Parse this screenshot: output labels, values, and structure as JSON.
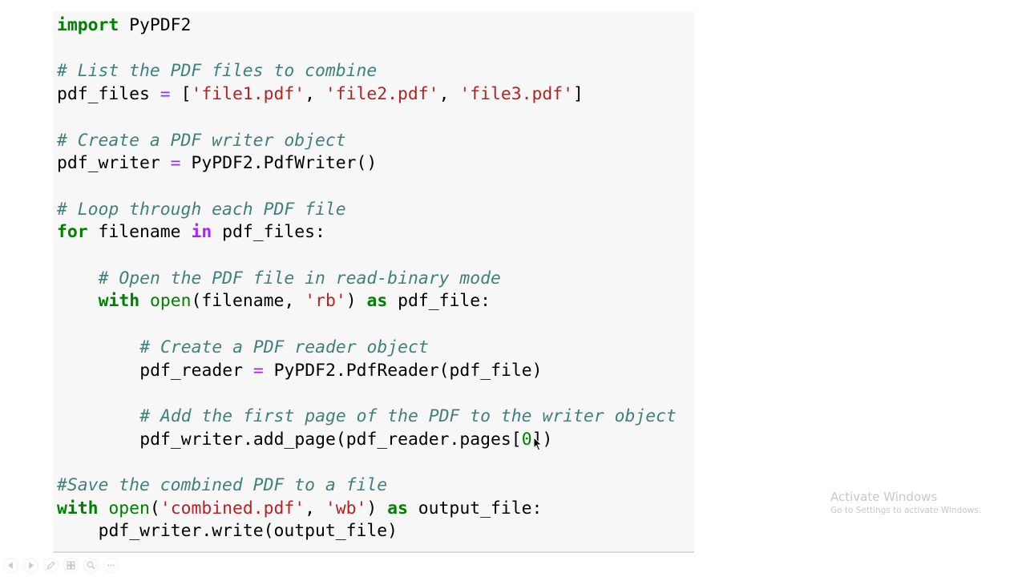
{
  "code": {
    "lines": [
      {
        "indent": 0,
        "tokens": [
          {
            "t": "kw",
            "v": "import"
          },
          {
            "t": "txt",
            "v": " PyPDF2"
          }
        ]
      },
      {
        "indent": 0,
        "tokens": []
      },
      {
        "indent": 0,
        "tokens": [
          {
            "t": "com",
            "v": "# List the PDF files to combine"
          }
        ]
      },
      {
        "indent": 0,
        "tokens": [
          {
            "t": "txt",
            "v": "pdf_files "
          },
          {
            "t": "op",
            "v": "="
          },
          {
            "t": "txt",
            "v": " ["
          },
          {
            "t": "str",
            "v": "'file1.pdf'"
          },
          {
            "t": "txt",
            "v": ", "
          },
          {
            "t": "str",
            "v": "'file2.pdf'"
          },
          {
            "t": "txt",
            "v": ", "
          },
          {
            "t": "str",
            "v": "'file3.pdf'"
          },
          {
            "t": "txt",
            "v": "]"
          }
        ]
      },
      {
        "indent": 0,
        "tokens": []
      },
      {
        "indent": 0,
        "tokens": [
          {
            "t": "com",
            "v": "# Create a PDF writer object"
          }
        ]
      },
      {
        "indent": 0,
        "tokens": [
          {
            "t": "txt",
            "v": "pdf_writer "
          },
          {
            "t": "op",
            "v": "="
          },
          {
            "t": "txt",
            "v": " PyPDF2.PdfWriter()"
          }
        ]
      },
      {
        "indent": 0,
        "tokens": []
      },
      {
        "indent": 0,
        "tokens": [
          {
            "t": "com",
            "v": "# Loop through each PDF file"
          }
        ]
      },
      {
        "indent": 0,
        "tokens": [
          {
            "t": "kw",
            "v": "for"
          },
          {
            "t": "txt",
            "v": " filename "
          },
          {
            "t": "kwop",
            "v": "in"
          },
          {
            "t": "txt",
            "v": " pdf_files:"
          }
        ]
      },
      {
        "indent": 0,
        "tokens": []
      },
      {
        "indent": 4,
        "tokens": [
          {
            "t": "com",
            "v": "# Open the PDF file in read-binary mode"
          }
        ]
      },
      {
        "indent": 4,
        "tokens": [
          {
            "t": "kw",
            "v": "with"
          },
          {
            "t": "txt",
            "v": " "
          },
          {
            "t": "bi",
            "v": "open"
          },
          {
            "t": "txt",
            "v": "(filename, "
          },
          {
            "t": "str",
            "v": "'rb'"
          },
          {
            "t": "txt",
            "v": ") "
          },
          {
            "t": "kw",
            "v": "as"
          },
          {
            "t": "txt",
            "v": " pdf_file:"
          }
        ]
      },
      {
        "indent": 0,
        "tokens": []
      },
      {
        "indent": 8,
        "tokens": [
          {
            "t": "com",
            "v": "# Create a PDF reader object"
          }
        ]
      },
      {
        "indent": 8,
        "tokens": [
          {
            "t": "txt",
            "v": "pdf_reader "
          },
          {
            "t": "op",
            "v": "="
          },
          {
            "t": "txt",
            "v": " PyPDF2.PdfReader(pdf_file)"
          }
        ]
      },
      {
        "indent": 0,
        "tokens": []
      },
      {
        "indent": 8,
        "tokens": [
          {
            "t": "com",
            "v": "# Add the first page of the PDF to the writer object"
          }
        ]
      },
      {
        "indent": 8,
        "tokens": [
          {
            "t": "txt",
            "v": "pdf_writer.add_page(pdf_reader.pages["
          },
          {
            "t": "num",
            "v": "0"
          },
          {
            "t": "txt",
            "v": "])"
          }
        ]
      },
      {
        "indent": 0,
        "tokens": []
      },
      {
        "indent": 0,
        "tokens": [
          {
            "t": "com",
            "v": "#Save the combined PDF to a file"
          }
        ]
      },
      {
        "indent": 0,
        "tokens": [
          {
            "t": "kw",
            "v": "with"
          },
          {
            "t": "txt",
            "v": " "
          },
          {
            "t": "bi",
            "v": "open"
          },
          {
            "t": "txt",
            "v": "("
          },
          {
            "t": "str",
            "v": "'combined.pdf'"
          },
          {
            "t": "txt",
            "v": ", "
          },
          {
            "t": "str",
            "v": "'wb'"
          },
          {
            "t": "txt",
            "v": ") "
          },
          {
            "t": "kw",
            "v": "as"
          },
          {
            "t": "txt",
            "v": " output_file:"
          }
        ]
      },
      {
        "indent": 4,
        "tokens": [
          {
            "t": "txt",
            "v": "pdf_writer.write(output_file)"
          }
        ]
      }
    ]
  },
  "watermark": {
    "title": "Activate Windows",
    "subtitle": "Go to Settings to activate Windows."
  },
  "toolbar": {
    "buttons": [
      "previous-icon",
      "next-icon",
      "pen-icon",
      "slides-icon",
      "zoom-icon",
      "more-icon"
    ]
  },
  "colors": {
    "keyword": "#008000",
    "string": "#ba2121",
    "operator": "#aa22ff",
    "comment": "#408080",
    "panel_background": "#f7f7f7"
  }
}
